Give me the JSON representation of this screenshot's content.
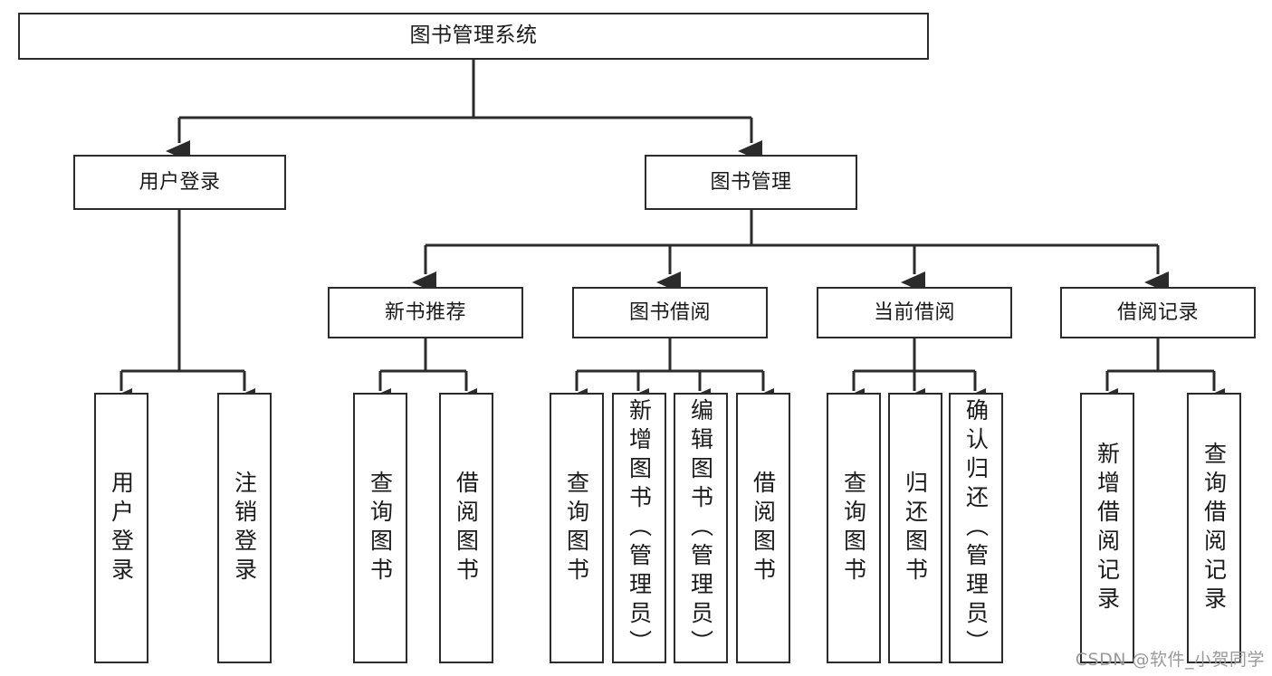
{
  "diagram": {
    "title": "图书管理系统",
    "type": "tree",
    "watermark": "CSDN @软件_小贺同学",
    "colors": {
      "box_border": "#2b2b2b",
      "box_fill": "#ffffff",
      "connector": "#2b2b2b",
      "text": "#1a1a1a",
      "watermark": "#9a9a9a"
    },
    "levels": {
      "root": {
        "label": "图书管理系统"
      },
      "level2": [
        {
          "label": "用户登录"
        },
        {
          "label": "图书管理"
        }
      ],
      "level3": [
        {
          "label": "新书推荐"
        },
        {
          "label": "图书借阅"
        },
        {
          "label": "当前借阅"
        },
        {
          "label": "借阅记录"
        }
      ],
      "leaves": [
        {
          "label": "用户登录",
          "parent": "用户登录"
        },
        {
          "label": "注销登录",
          "parent": "用户登录"
        },
        {
          "label": "查询图书",
          "parent": "新书推荐"
        },
        {
          "label": "借阅图书",
          "parent": "新书推荐"
        },
        {
          "label": "查询图书",
          "parent": "图书借阅"
        },
        {
          "label": "新增图书（管理员）",
          "parent": "图书借阅"
        },
        {
          "label": "编辑图书（管理员）",
          "parent": "图书借阅"
        },
        {
          "label": "借阅图书",
          "parent": "图书借阅"
        },
        {
          "label": "查询图书",
          "parent": "当前借阅"
        },
        {
          "label": "归还图书",
          "parent": "当前借阅"
        },
        {
          "label": "确认归还（管理员）",
          "parent": "当前借阅"
        },
        {
          "label": "新增借阅记录",
          "parent": "借阅记录"
        },
        {
          "label": "查询借阅记录",
          "parent": "借阅记录"
        }
      ]
    }
  }
}
